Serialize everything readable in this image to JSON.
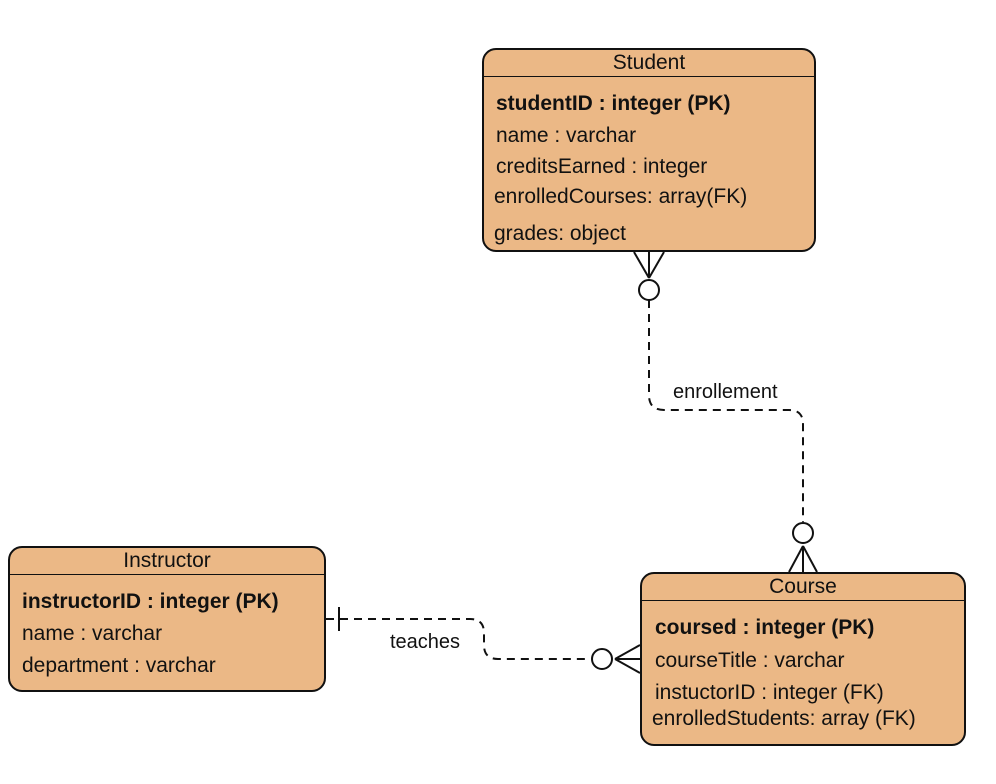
{
  "entities": {
    "student": {
      "title": "Student",
      "pk": "studentID : integer (PK)",
      "attrs": [
        "name : varchar",
        "creditsEarned : integer",
        "enrolledCourses: array(FK)",
        "grades: object"
      ]
    },
    "instructor": {
      "title": "Instructor",
      "pk": "instructorID : integer (PK)",
      "attrs": [
        "name : varchar",
        "department : varchar"
      ]
    },
    "course": {
      "title": "Course",
      "pk": "coursed : integer (PK)",
      "attrs": [
        "courseTitle : varchar",
        "instuctorID : integer (FK)",
        "enrolledStudents: array (FK)"
      ]
    }
  },
  "relationships": {
    "enrollment": {
      "label": "enrollement",
      "from_end": "zero-or-many",
      "to_end": "zero-or-many"
    },
    "teaches": {
      "label": "teaches",
      "from_end": "one",
      "to_end": "zero-or-many"
    }
  },
  "colors": {
    "entity_fill": "#EBB886",
    "stroke": "#111111"
  }
}
